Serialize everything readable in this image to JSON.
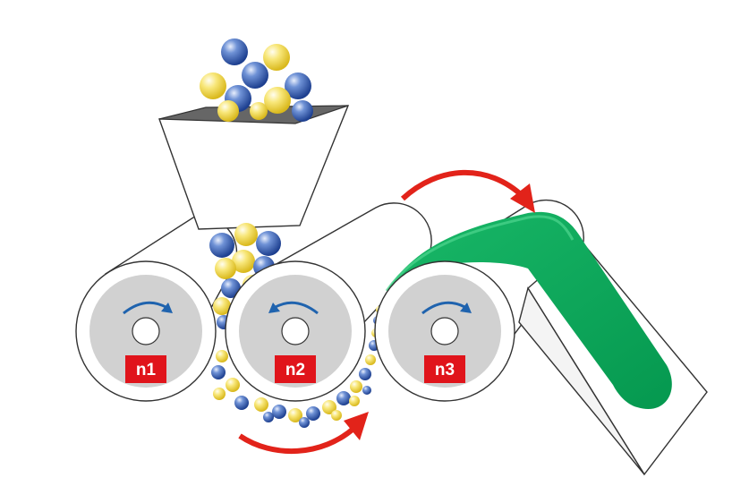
{
  "rollers": [
    {
      "label": "n1",
      "rotation": "clockwise"
    },
    {
      "label": "n2",
      "rotation": "counterclockwise"
    },
    {
      "label": "n3",
      "rotation": "clockwise"
    }
  ],
  "colors": {
    "pellet_blue": "#2f5fb3",
    "pellet_yellow": "#f2dc3c",
    "roller_face": "#d1d1d1",
    "label_bg": "#e0141b",
    "rotation_arrow": "#1f63ae",
    "flow_arrow": "#e2231a",
    "sheet": "#0aa55a"
  },
  "icons": {
    "rotation": "curved-arrow-icon",
    "flow": "big-curved-arrow-icon"
  }
}
